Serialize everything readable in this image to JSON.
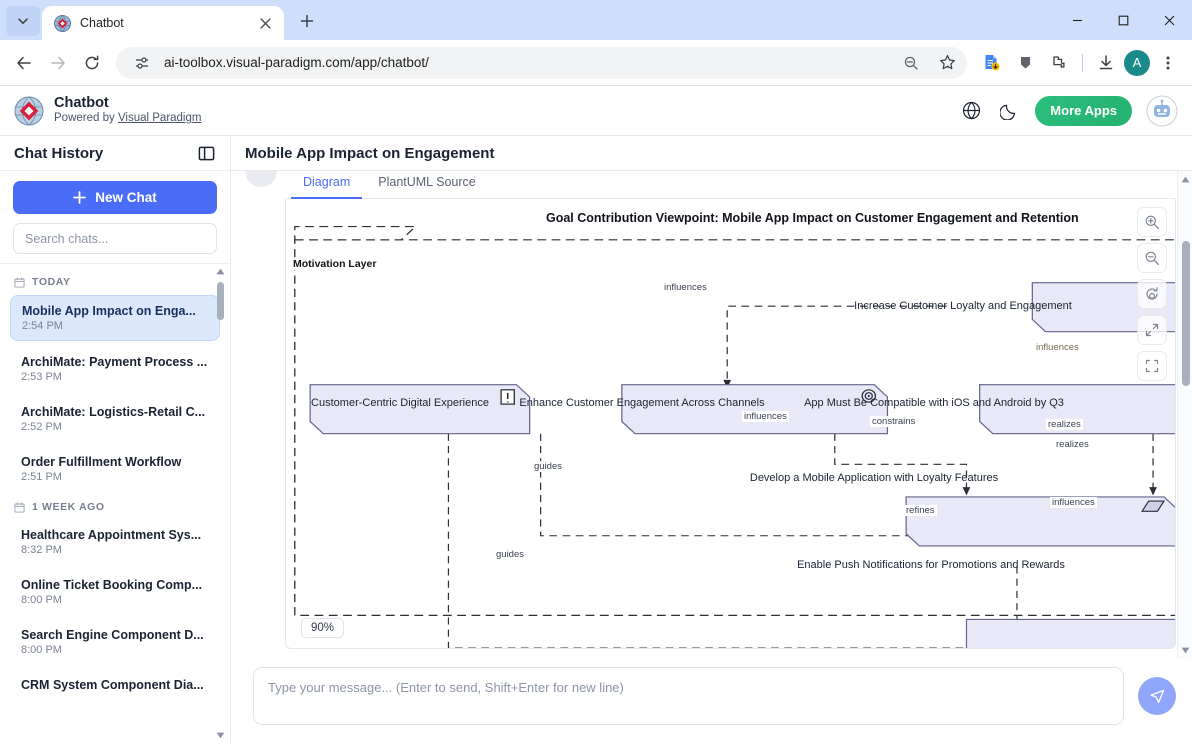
{
  "browser": {
    "tab": {
      "title": "Chatbot",
      "favicon": "visual-paradigm-favicon"
    },
    "url": "ai-toolbox.visual-paradigm.com/app/chatbot/",
    "profile_initial": "A",
    "icons": {
      "tab_list": "chevron-down-icon",
      "close_tab": "close-icon",
      "new_tab": "plus-icon",
      "minimize": "minimize-icon",
      "maximize": "maximize-icon",
      "window_close": "window-close-icon",
      "back": "back-arrow-icon",
      "forward": "forward-arrow-icon",
      "reload": "reload-icon",
      "site_settings": "tune-icon",
      "zoom_omnibox": "zoom-out-magnifier-icon",
      "bookmark": "star-icon",
      "extension_doc": "document-extension-icon",
      "extension_pin": "bookmark-pin-icon",
      "extensions": "puzzle-piece-icon",
      "downloads": "download-icon",
      "menu": "three-dot-menu-icon"
    }
  },
  "app_header": {
    "name": "Chatbot",
    "powered_prefix": "Powered by ",
    "powered_link": "Visual Paradigm",
    "language_icon": "globe-icon",
    "theme_icon": "moon-icon",
    "more_apps_label": "More Apps",
    "more_apps_color": "#28b574",
    "bot_avatar_icon": "chatbot-avatar-icon"
  },
  "sidebar": {
    "title": "Chat History",
    "collapse_icon": "panel-collapse-icon",
    "new_chat_label": "New Chat",
    "new_chat_icon": "plus-icon",
    "new_chat_color": "#4a6cf7",
    "search_placeholder": "Search chats...",
    "search_value": "",
    "groups": [
      {
        "label": "TODAY",
        "icon": "calendar-icon",
        "items": [
          {
            "title": "Mobile App Impact on Enga...",
            "time": "2:54 PM",
            "active": true
          },
          {
            "title": "ArchiMate: Payment Process ...",
            "time": "2:53 PM",
            "active": false
          },
          {
            "title": "ArchiMate: Logistics-Retail C...",
            "time": "2:52 PM",
            "active": false
          },
          {
            "title": "Order Fulfillment Workflow",
            "time": "2:51 PM",
            "active": false
          }
        ]
      },
      {
        "label": "1 WEEK AGO",
        "icon": "calendar-icon",
        "items": [
          {
            "title": "Healthcare Appointment Sys...",
            "time": "8:32 PM",
            "active": false
          },
          {
            "title": "Online Ticket Booking Comp...",
            "time": "8:00 PM",
            "active": false
          },
          {
            "title": "Search Engine Component D...",
            "time": "8:00 PM",
            "active": false
          },
          {
            "title": "CRM System Component Dia...",
            "time": "",
            "active": false
          }
        ]
      }
    ]
  },
  "main": {
    "title": "Mobile App Impact on Engagement",
    "tabs": [
      {
        "label": "Diagram",
        "active": true
      },
      {
        "label": "PlantUML Source",
        "active": false
      }
    ],
    "zoom_level": "90%",
    "zoom_tools": [
      {
        "name": "zoom-in-icon"
      },
      {
        "name": "zoom-out-icon"
      },
      {
        "name": "reset-zoom-icon"
      },
      {
        "name": "fullscreen-icon"
      },
      {
        "name": "fit-to-screen-icon"
      }
    ]
  },
  "composer": {
    "placeholder": "Type your message... (Enter to send, Shift+Enter for new line)",
    "value": "",
    "send_icon": "send-paper-plane-icon",
    "send_color": "#8fa6fa"
  },
  "diagram": {
    "title": "Goal Contribution Viewpoint: Mobile App Impact on Customer Engagement and Retention",
    "layer_label": "Motivation Layer",
    "nodes": [
      {
        "id": "n1",
        "label": "Customer-Centric Digital Experience",
        "badge": "principle-icon"
      },
      {
        "id": "n2",
        "label": "Enhance Customer Engagement Across Channels",
        "badge": "goal-icon"
      },
      {
        "id": "n3",
        "label": "App Must Be Compatible with iOS and Android by Q3",
        "badge": "requirement-icon"
      },
      {
        "id": "n4",
        "label": "Increase Customer Loyalty and Engagement",
        "badge": ""
      },
      {
        "id": "n5",
        "label": "Develop a Mobile Application with Loyalty Features",
        "badge": "requirement-icon"
      },
      {
        "id": "n6",
        "label": "Enable Push Notifications for Promotions and Rewards",
        "badge": ""
      }
    ],
    "edge_labels": [
      "influences",
      "influences",
      "constrains",
      "guides",
      "guides",
      "refines",
      "realizes",
      "realizes",
      "influences",
      "influences"
    ]
  }
}
